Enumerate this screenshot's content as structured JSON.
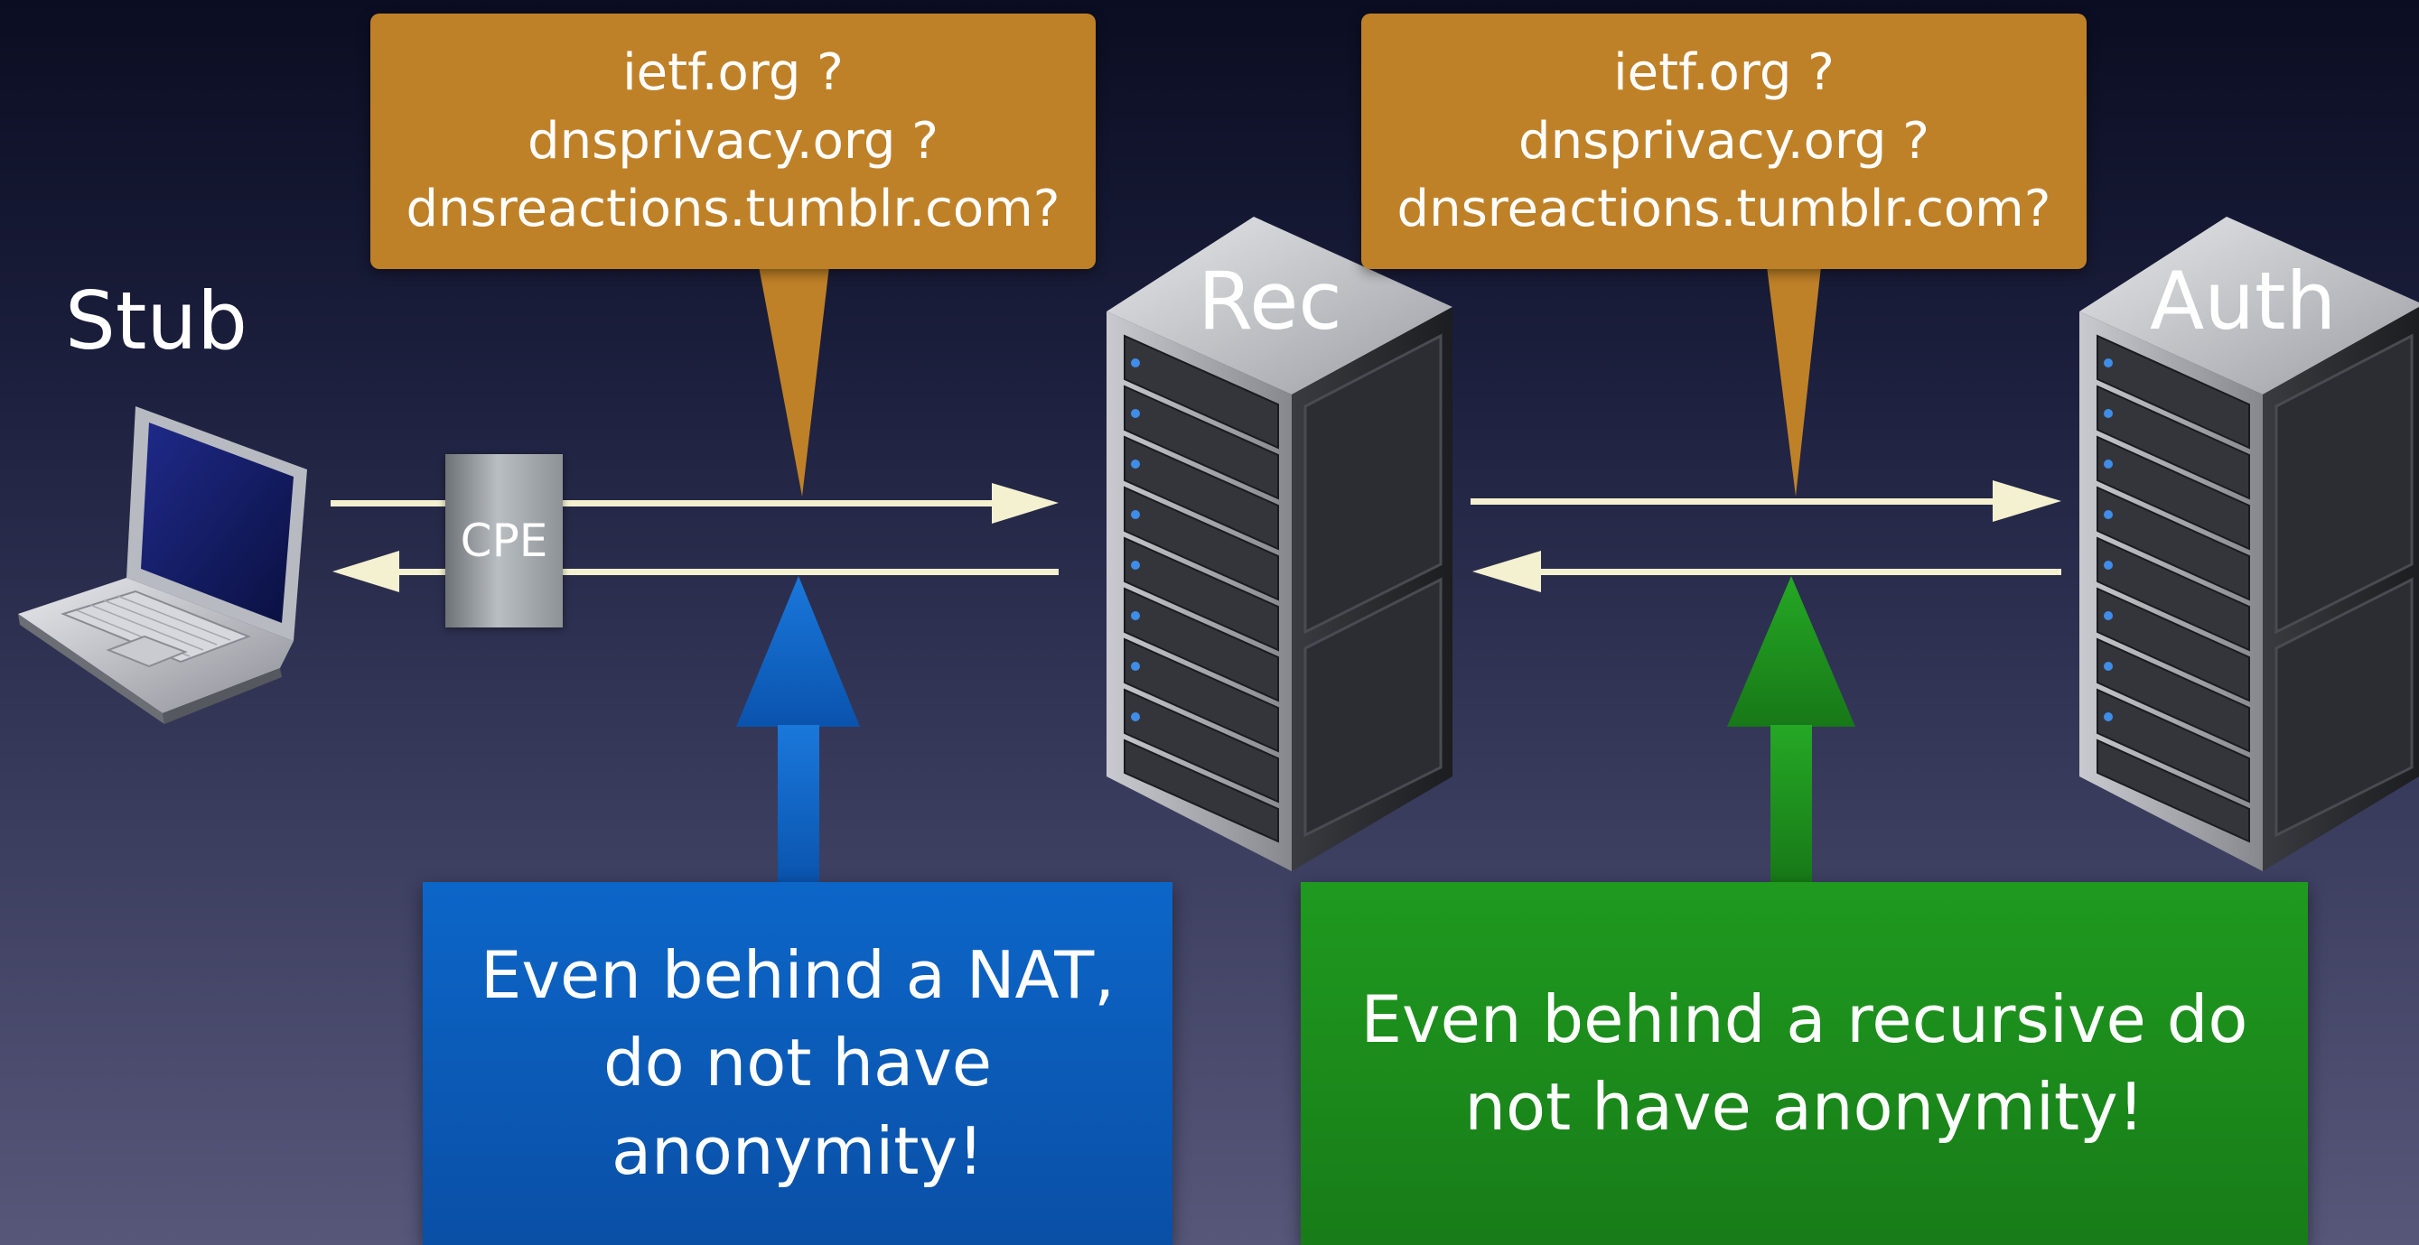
{
  "nodes": {
    "stub": "Stub",
    "recursive": "Rec",
    "authoritative": "Auth",
    "cpe": "CPE"
  },
  "queries_left": [
    "ietf.org ?",
    "dnsprivacy.org ?",
    "dnsreactions.tumblr.com?"
  ],
  "queries_right": [
    "ietf.org ?",
    "dnsprivacy.org ?",
    "dnsreactions.tumblr.com?"
  ],
  "notes": {
    "nat": [
      "Even behind a NAT,",
      "do not have",
      "anonymity!"
    ],
    "recursive": [
      "Even behind a recursive do",
      "not have anonymity!"
    ]
  },
  "colors": {
    "callout": "#bf8128",
    "note_nat": "#0a5bb8",
    "note_recursive": "#1b8b1b",
    "flow_line": "#f4f1d0"
  }
}
